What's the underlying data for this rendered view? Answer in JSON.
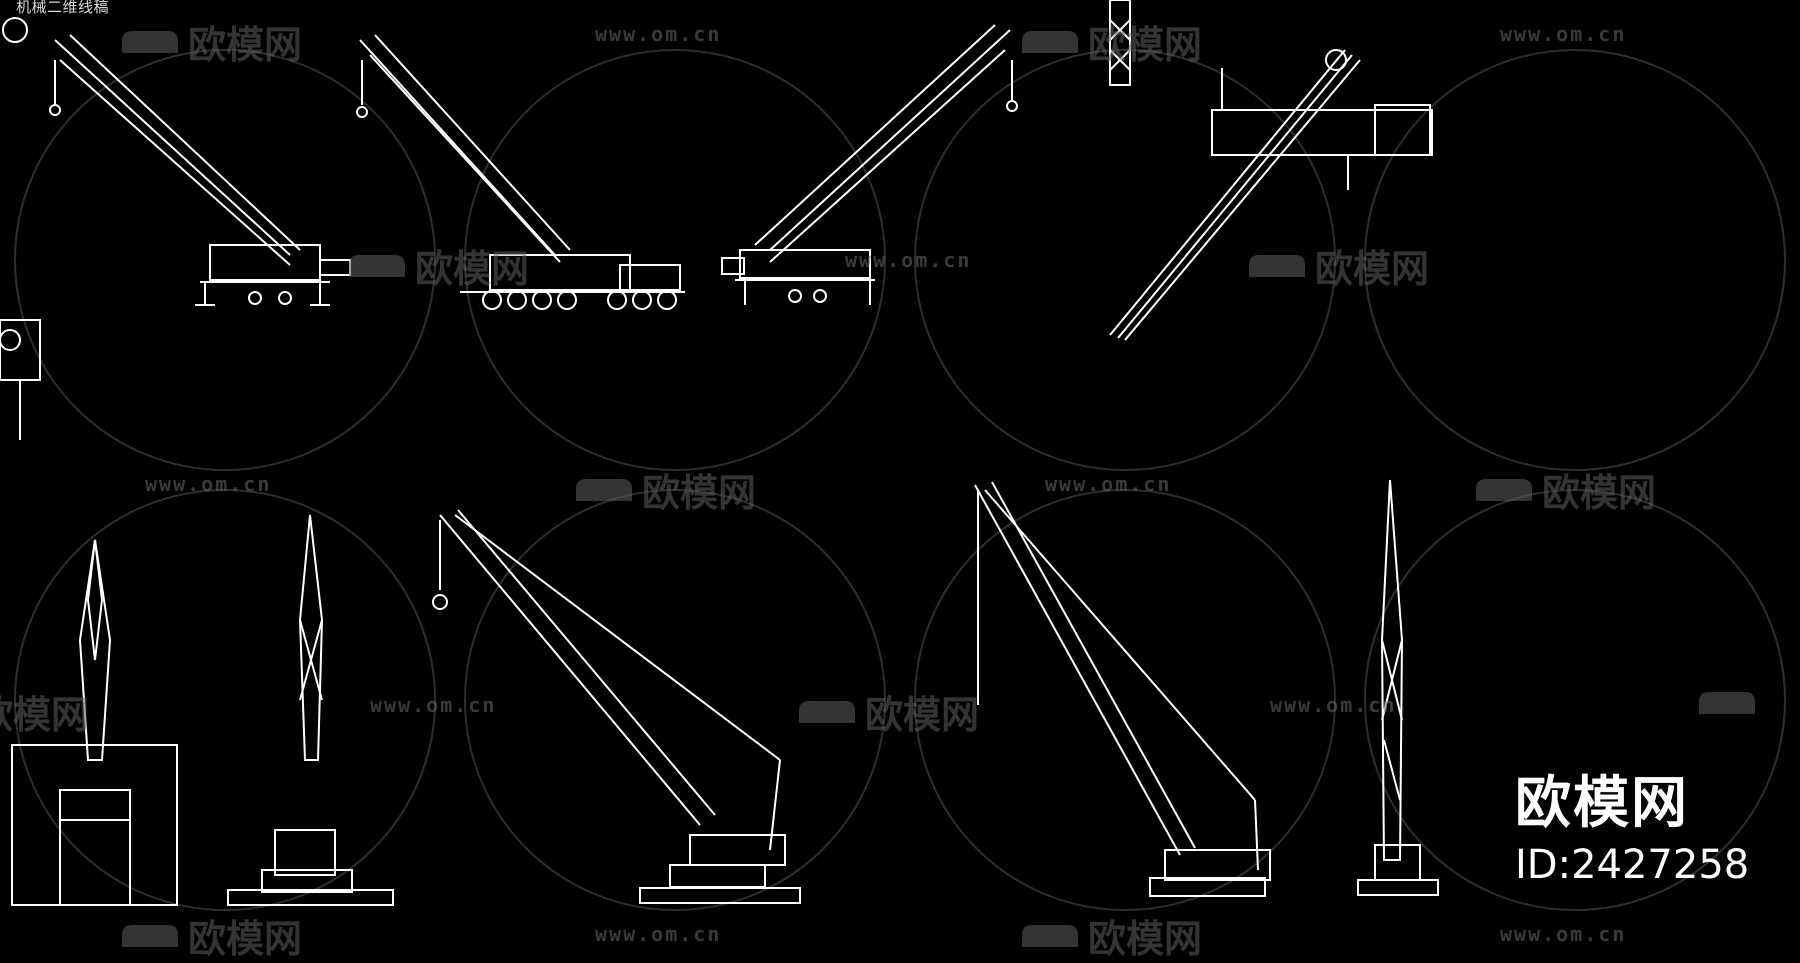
{
  "header": {
    "title": "机械二维线稿"
  },
  "watermarks": {
    "url": "www.om.cn",
    "logo_text": "欧模网"
  },
  "brand": {
    "name": "欧模网",
    "id": "ID:2427258"
  },
  "colors": {
    "background": "#000000",
    "lines": "#ffffff",
    "watermark": "#666666"
  }
}
